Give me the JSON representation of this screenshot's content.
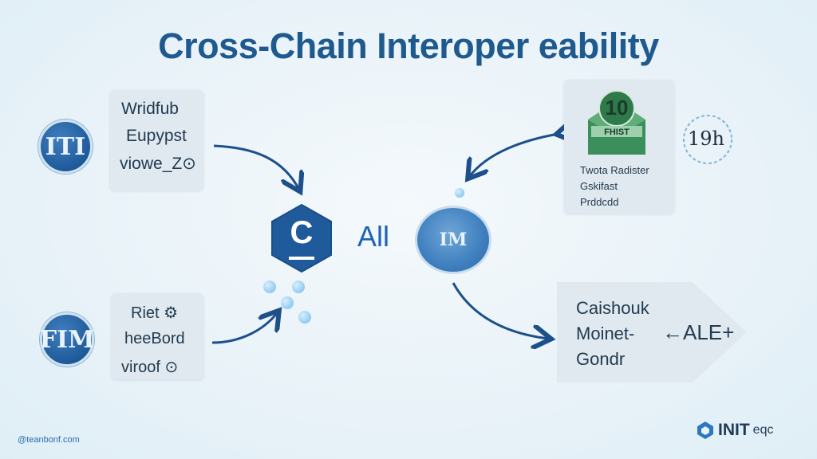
{
  "title": "Cross-Chain Interoper eability",
  "top_left": {
    "icon_text": "ΙΤΙ",
    "lines": [
      "Wridfub",
      "Eupypst",
      "viowe_Z⊙"
    ]
  },
  "bottom_left": {
    "icon_text": "FIM",
    "lines": [
      "Riet ⚙",
      "heeBord",
      "viroof ⊙"
    ]
  },
  "center": {
    "hex_label": "C",
    "hub_label": "All",
    "hub_icon_text": "IM"
  },
  "top_right": {
    "badge_number": "10",
    "badge_text": "FHIST",
    "lines": [
      "Twota Radister",
      "Gskifast",
      "Prddcdd"
    ],
    "side_label": "19h"
  },
  "bottom_right": {
    "lines": [
      "Caishouk",
      "Moinet-",
      "Gondr"
    ],
    "side_label": "←ALE+"
  },
  "footer": {
    "left_text": "@teanbonf.com",
    "brand_text": "INIT",
    "brand_suffix": "eqc"
  },
  "colors": {
    "title": "#1f5a8f",
    "icon": "#1f5a9a",
    "arrow": "#1d4f8a",
    "card": "#dfe9ef"
  }
}
